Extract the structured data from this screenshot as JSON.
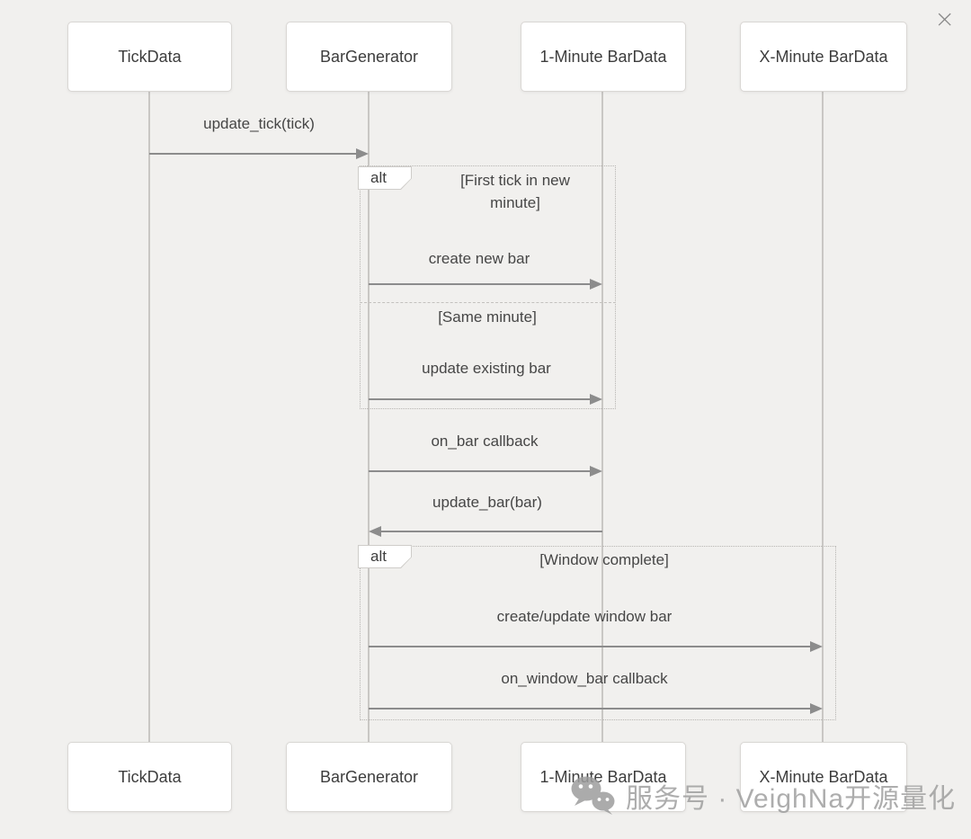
{
  "window": {
    "close_glyph": "×"
  },
  "diagram": {
    "type": "uml-sequence",
    "actors": [
      {
        "name": "TickData"
      },
      {
        "name": "BarGenerator"
      },
      {
        "name": "1-Minute BarData"
      },
      {
        "name": "X-Minute BarData"
      }
    ],
    "messages": [
      {
        "label": "update_tick(tick)",
        "from": "TickData",
        "to": "BarGenerator",
        "direction": "right"
      },
      {
        "label": "create new bar",
        "from": "BarGenerator",
        "to": "1-Minute BarData",
        "direction": "right"
      },
      {
        "label": "update existing bar",
        "from": "BarGenerator",
        "to": "1-Minute BarData",
        "direction": "right"
      },
      {
        "label": "on_bar callback",
        "from": "BarGenerator",
        "to": "1-Minute BarData",
        "direction": "right"
      },
      {
        "label": "update_bar(bar)",
        "from": "1-Minute BarData",
        "to": "BarGenerator",
        "direction": "left"
      },
      {
        "label": "create/update window bar",
        "from": "BarGenerator",
        "to": "X-Minute BarData",
        "direction": "right"
      },
      {
        "label": "on_window_bar callback",
        "from": "BarGenerator",
        "to": "X-Minute BarData",
        "direction": "right"
      }
    ],
    "fragments": [
      {
        "operator": "alt",
        "conditions": [
          "[First tick in new minute]",
          "[Same minute]"
        ]
      },
      {
        "operator": "alt",
        "conditions": [
          "[Window complete]"
        ]
      }
    ]
  },
  "watermark": {
    "icon": "wechat-icon",
    "text": "服务号 · VeighNa开源量化"
  },
  "colors": {
    "background": "#f1f0ee",
    "actor_fill": "#ffffff",
    "actor_border": "#d9d7d4",
    "arrow": "#8c8c8c",
    "lifeline": "#c9c7c4",
    "text": "#3d3d3d",
    "watermark": "#9f9f9f"
  }
}
